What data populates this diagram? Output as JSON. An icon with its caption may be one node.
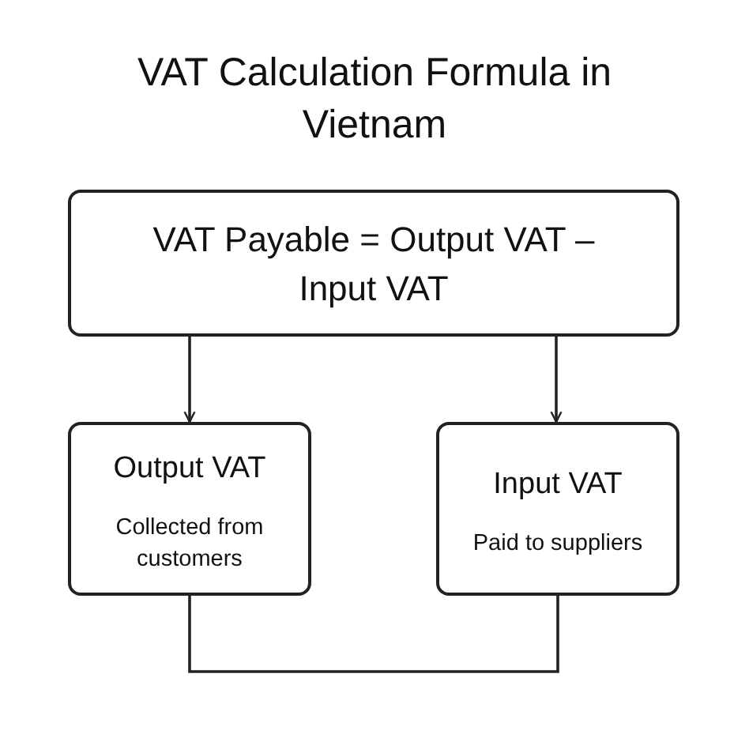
{
  "diagram": {
    "title": "VAT Calculation Formula in Vietnam",
    "nodes": [
      {
        "text": [
          "VAT Payable = Output VAT – Input VAT"
        ]
      },
      {
        "text": [
          "Output VAT",
          "Collected from customers"
        ]
      },
      {
        "text": [
          "Input VAT",
          "Paid to suppliers"
        ]
      }
    ],
    "edges": [
      {
        "from": 0,
        "to": 1,
        "arrow": "to"
      },
      {
        "from": 0,
        "to": 2,
        "arrow": "to"
      },
      {
        "from": 1,
        "to": 2,
        "arrow": "none"
      }
    ]
  }
}
